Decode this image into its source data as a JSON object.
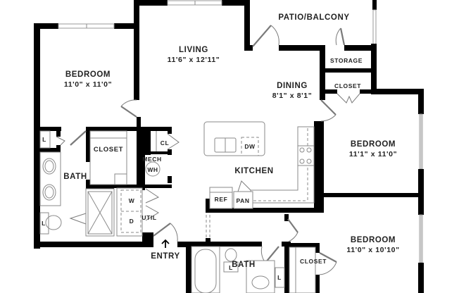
{
  "floorplan": {
    "rooms": {
      "bedroom_1": {
        "name": "BEDROOM",
        "size": "11'0\" x 11'0\""
      },
      "living": {
        "name": "LIVING",
        "size": "11'6\" x 12'11\""
      },
      "patio": {
        "name": "PATIO/BALCONY"
      },
      "storage": {
        "name": "STORAGE"
      },
      "closet_storage": {
        "name": "CLOSET"
      },
      "dining": {
        "name": "DINING",
        "size": "8'1\" x 8'1\""
      },
      "bedroom_2": {
        "name": "BEDROOM",
        "size": "11'1\" x 11'0\""
      },
      "kitchen": {
        "name": "KITCHEN"
      },
      "bath_1": {
        "name": "BATH"
      },
      "closet_bed1": {
        "name": "CLOSET"
      },
      "cl": {
        "name": "CL"
      },
      "mech": {
        "name": "MECH"
      },
      "util": {
        "name": "UTIL"
      },
      "entry": {
        "name": "ENTRY"
      },
      "bath_2": {
        "name": "BATH"
      },
      "closet_bed3": {
        "name": "CLOSET"
      },
      "bedroom_3": {
        "name": "BEDROOM",
        "size": "11'0\" x 10'10\""
      }
    },
    "fixtures": {
      "dishwasher": "DW",
      "refrigerator": "REF",
      "pantry": "PAN",
      "water_heater": "WH",
      "washer": "W",
      "dryer": "D",
      "linen_1": "L",
      "linen_2": "L",
      "linen_3": "L",
      "linen_4": "L"
    },
    "colors": {
      "wall": "#000000",
      "fixture": "#8a8a8a",
      "text": "#222222",
      "background": "#ffffff"
    }
  }
}
